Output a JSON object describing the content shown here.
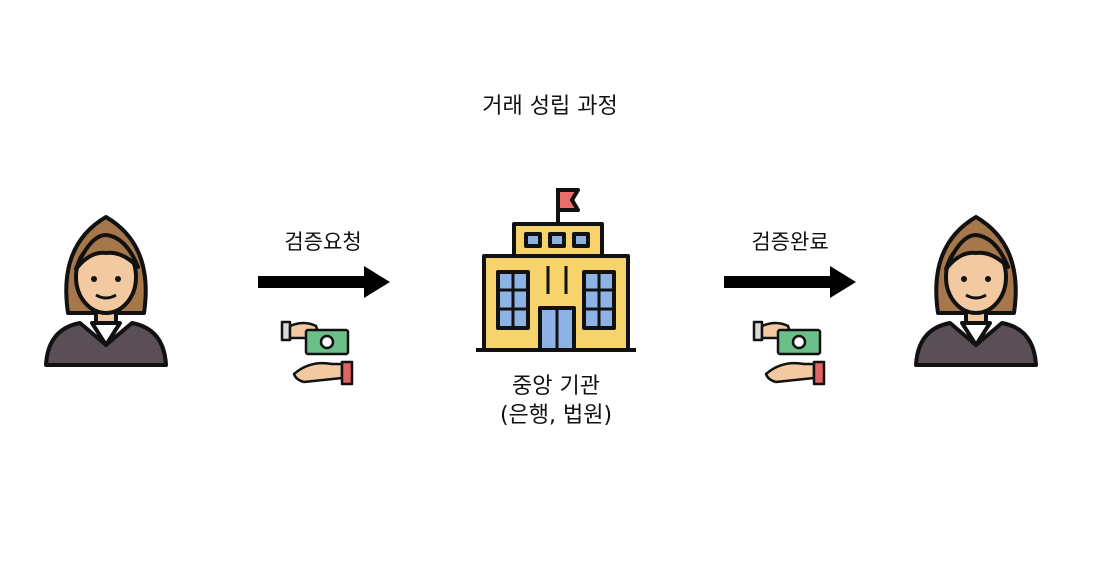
{
  "diagram": {
    "title": "거래 성립 과정",
    "left_arrow_label": "검증요청",
    "right_arrow_label": "검증완료",
    "center_label_line1": "중앙 기관",
    "center_label_line2": "(은행, 법원)"
  },
  "colors": {
    "hair": "#a6774a",
    "skin": "#f2c9a0",
    "suit": "#5b4f57",
    "building": "#f6d36b",
    "window": "#8cb3e3",
    "flag": "#ee6b6b",
    "cash": "#6dbf8a",
    "sleeve": "#e06464"
  },
  "icons": [
    "person-icon",
    "arrow-right-icon",
    "money-exchange-icon",
    "building-icon"
  ]
}
